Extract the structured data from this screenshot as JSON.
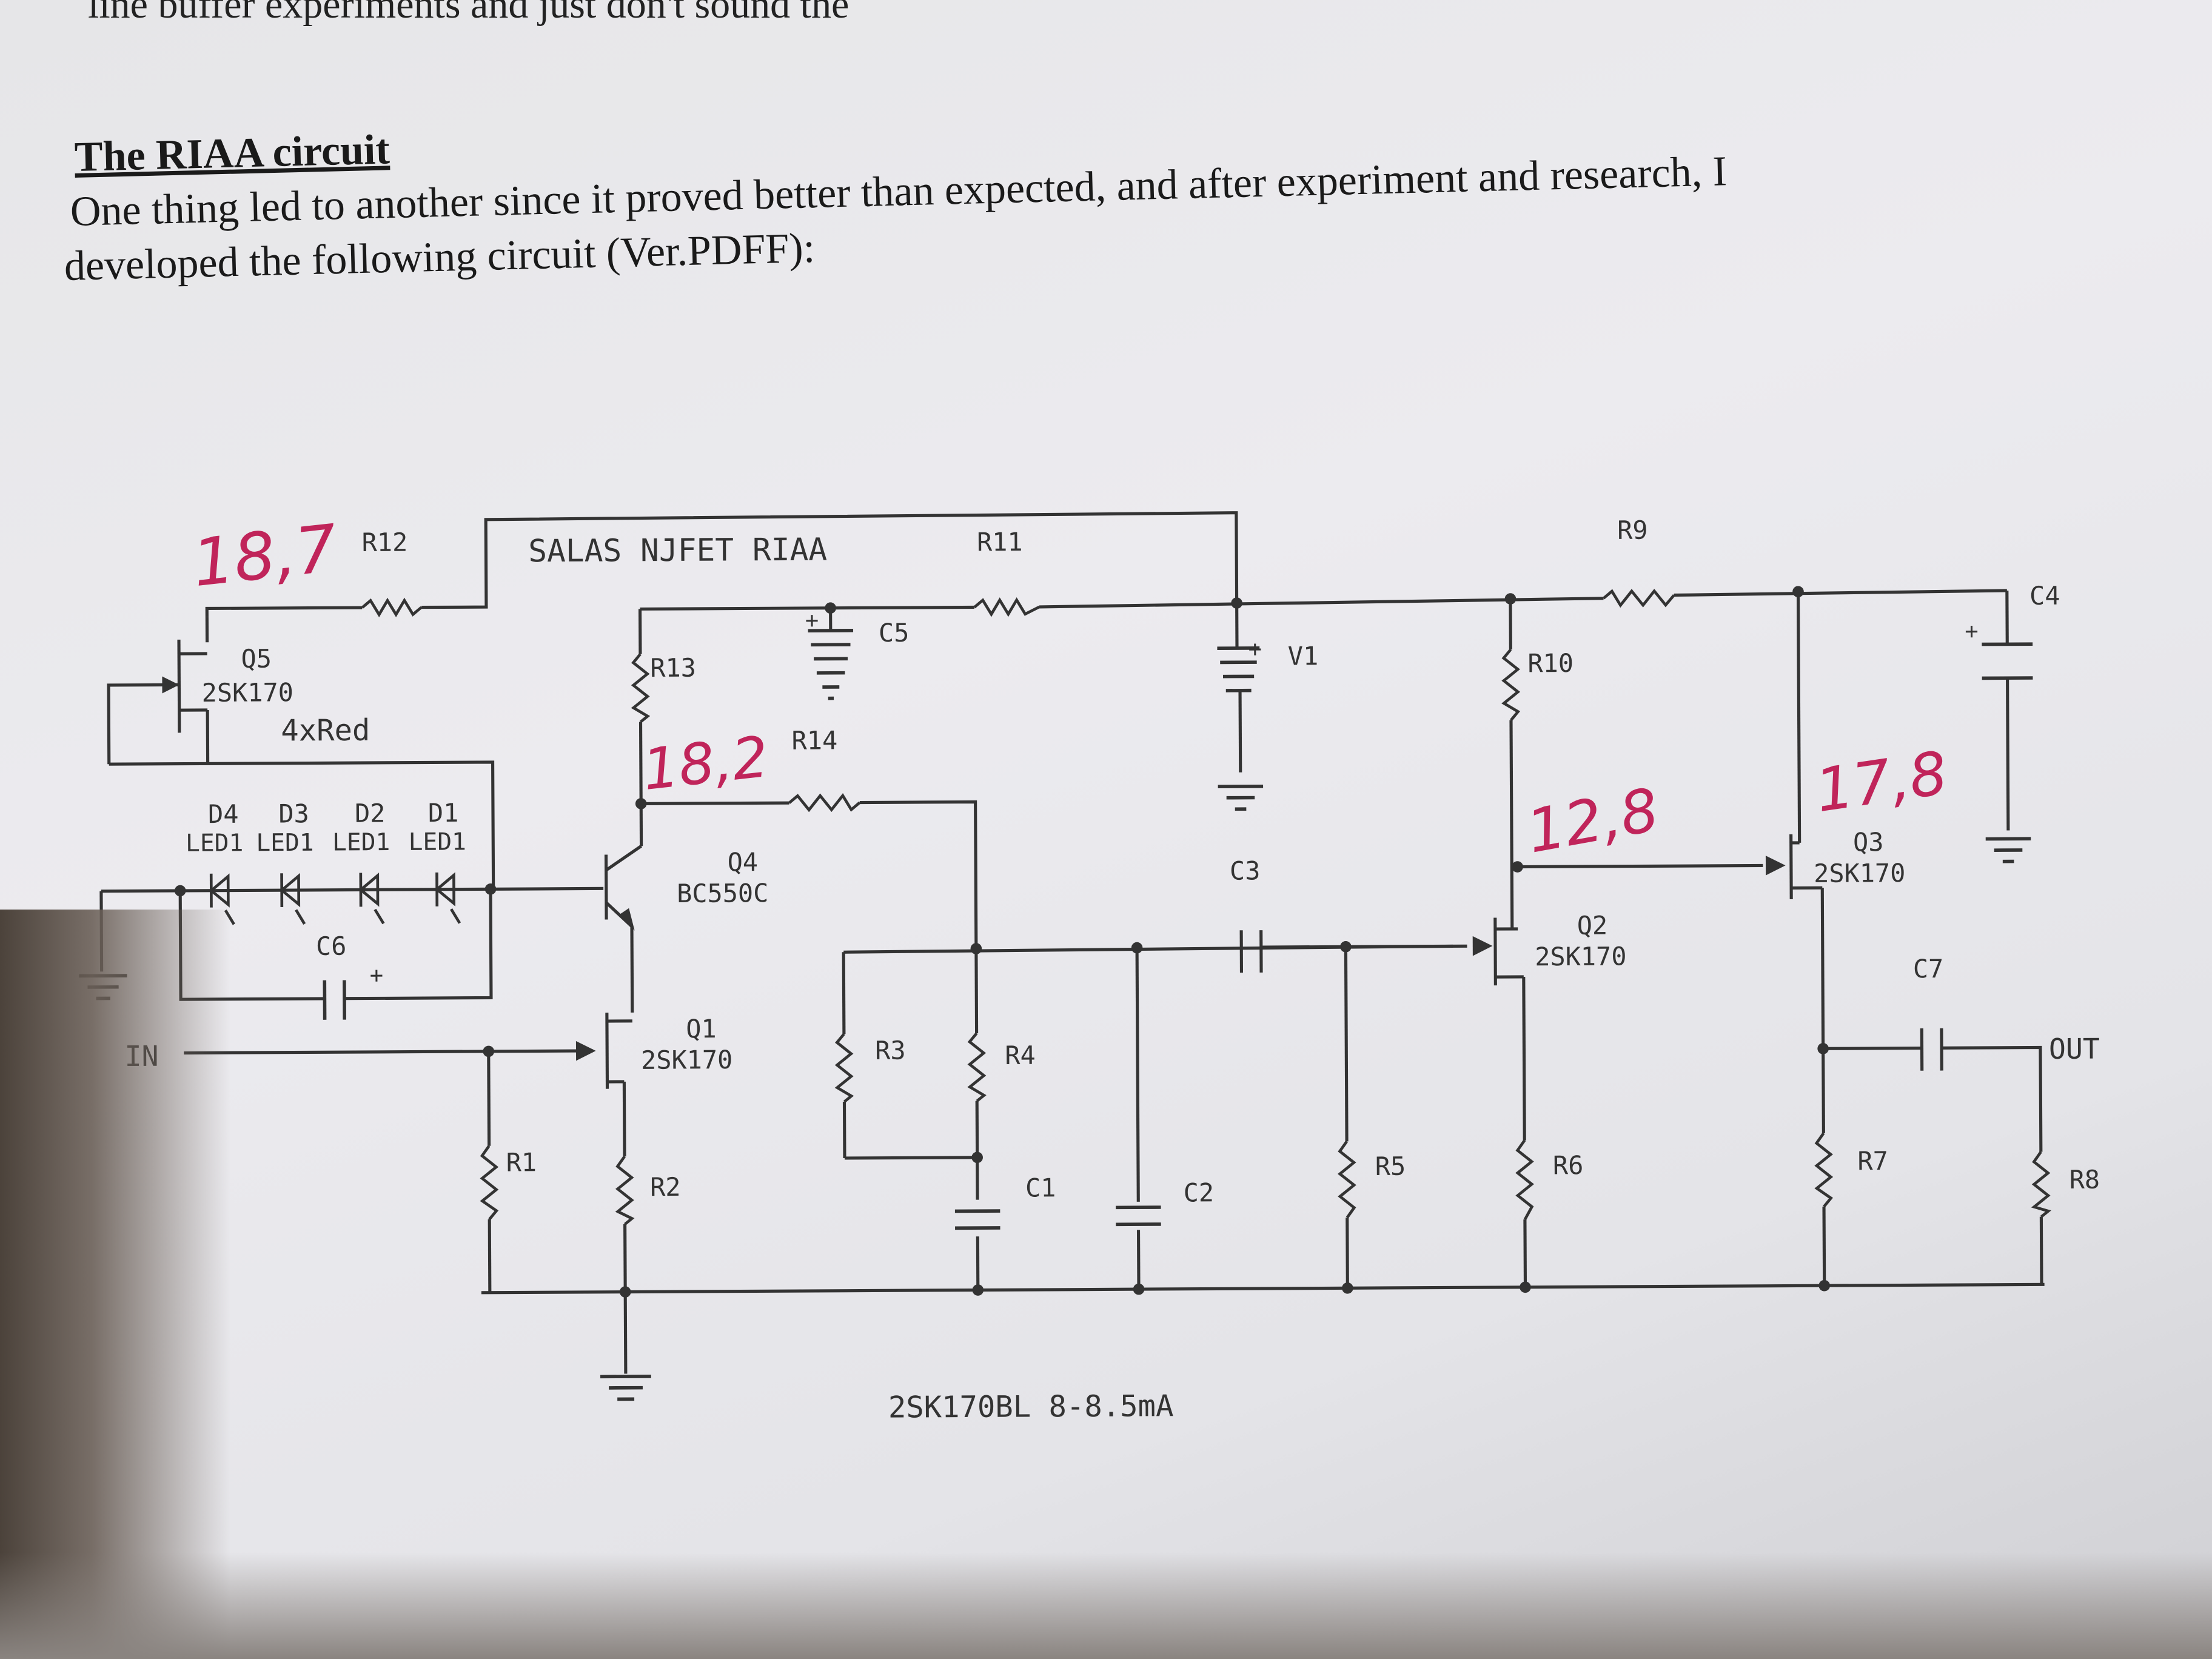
{
  "document": {
    "top_fragment": "line buffer experiments and just don't sound the",
    "heading": "The RIAA circuit",
    "paragraph_line1": "One thing led to another since it proved better than expected, and after experiment and research, I",
    "paragraph_line2": "developed the following circuit (Ver.PDFF):"
  },
  "schematic": {
    "title": "SALAS NJFET RIAA",
    "footer": "2SK170BL 8-8.5mA",
    "labels": {
      "r12": "R12",
      "r11": "R11",
      "r9": "R9",
      "c4": "C4",
      "q5": "Q5",
      "q5_type": "2SK170",
      "leds_note": "4xRed",
      "r13": "R13",
      "c5": "C5",
      "r14": "R14",
      "v1": "V1",
      "r10": "R10",
      "d4": "D4",
      "d3": "D3",
      "d2": "D2",
      "d1": "D1",
      "d4_type": "LED1",
      "d3_type": "LED1",
      "d2_type": "LED1",
      "d1_type": "LED1",
      "q4": "Q4",
      "q4_type": "BC550C",
      "c3": "C3",
      "q3": "Q3",
      "q3_type": "2SK170",
      "c6": "C6",
      "q2": "Q2",
      "q2_type": "2SK170",
      "c7": "C7",
      "in": "IN",
      "q1": "Q1",
      "q1_type": "2SK170",
      "r3": "R3",
      "r4": "R4",
      "out": "OUT",
      "r1": "R1",
      "r2": "R2",
      "c1": "C1",
      "c2": "C2",
      "r5": "R5",
      "r6": "R6",
      "r7": "R7",
      "r8": "R8"
    },
    "handwritten": {
      "v_q5": "18,7",
      "v_q4": "18,2",
      "v_q2": "12,8",
      "v_q3": "17,8"
    }
  },
  "colors": {
    "ink": "#333333",
    "handwriting": "#c0245a"
  }
}
